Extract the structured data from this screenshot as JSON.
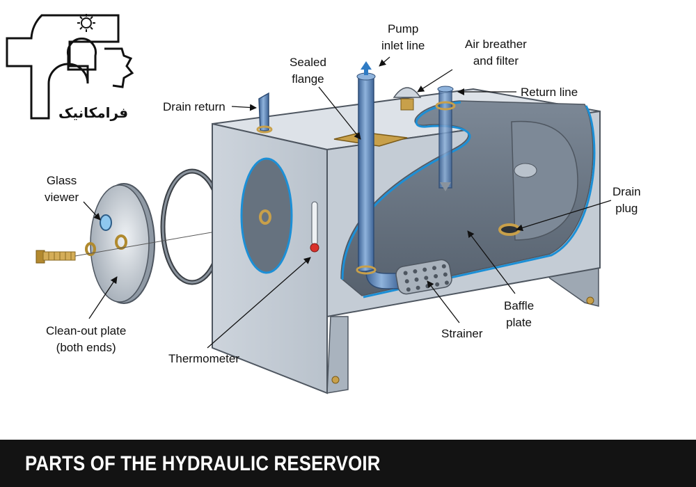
{
  "logo": {
    "text": "فرامکانیک",
    "icon": "gear-logo-icon"
  },
  "labels": {
    "pump_inlet_line": "Pump\ninlet line",
    "air_breather": "Air breather\nand filter",
    "sealed_flange": "Sealed\nflange",
    "return_line": "Return line",
    "drain_return": "Drain return",
    "glass_viewer": "Glass\nviewer",
    "drain_plug": "Drain\nplug",
    "baffle_plate": "Baffle\nplate",
    "strainer": "Strainer",
    "clean_out_plate": "Clean-out plate\n(both ends)",
    "thermometer": "Thermometer"
  },
  "footer": {
    "title": "PARTS OF THE HYDRAULIC RESERVOIR"
  },
  "colors": {
    "tank": "#c9d1da",
    "tank_side": "#aeb8c3",
    "tank_top": "#dfe4ea",
    "interior": "#6e7a88",
    "fluid_line": "#1c8fd6",
    "pipe": "#5f86b8",
    "brass": "#c8a04a",
    "footer_bg": "#131313"
  }
}
